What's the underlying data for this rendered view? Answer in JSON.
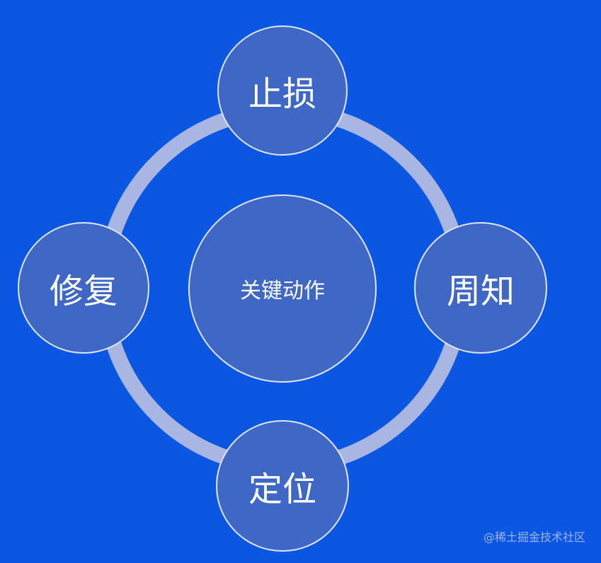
{
  "diagram": {
    "center": "关键动作",
    "nodes": {
      "top": "止损",
      "right": "周知",
      "bottom": "定位",
      "left": "修复"
    }
  },
  "watermark": "@稀土掘金技术社区",
  "colors": {
    "background": "#0b57e3",
    "node_fill": "#3f67c6",
    "ring": "#a9b6e2",
    "node_border": "#dfe6fb",
    "text": "#ffffff"
  }
}
